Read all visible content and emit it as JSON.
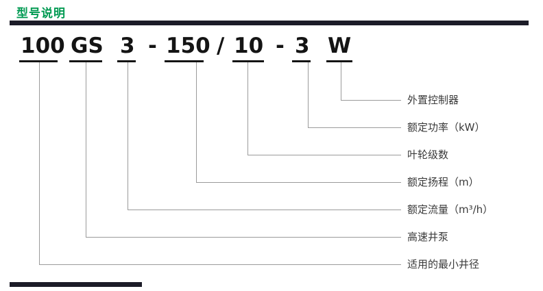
{
  "page": {
    "title": "型号说明"
  },
  "colors": {
    "title_green": "#009a52",
    "rule_dark": "#1c1c28",
    "callout_line_gray": "#9a9a9a",
    "model_text": "#141414"
  },
  "model_code": {
    "full": "100 GS 3 - 150 / 10 - 3 W",
    "tokens": [
      "100",
      "GS",
      "3",
      "-",
      "150",
      "/",
      "10",
      "-",
      "3",
      "W"
    ]
  },
  "callouts": [
    {
      "token": "W",
      "label": "外置控制器"
    },
    {
      "token": "3",
      "label": "额定功率（kW）"
    },
    {
      "token": "10",
      "label": "叶轮级数"
    },
    {
      "token": "150",
      "label": "额定扬程（m）"
    },
    {
      "token": "3",
      "label": "额定流量（m³/h）"
    },
    {
      "token": "GS",
      "label": "高速井泵"
    },
    {
      "token": "100",
      "label": "适用的最小井径"
    }
  ]
}
